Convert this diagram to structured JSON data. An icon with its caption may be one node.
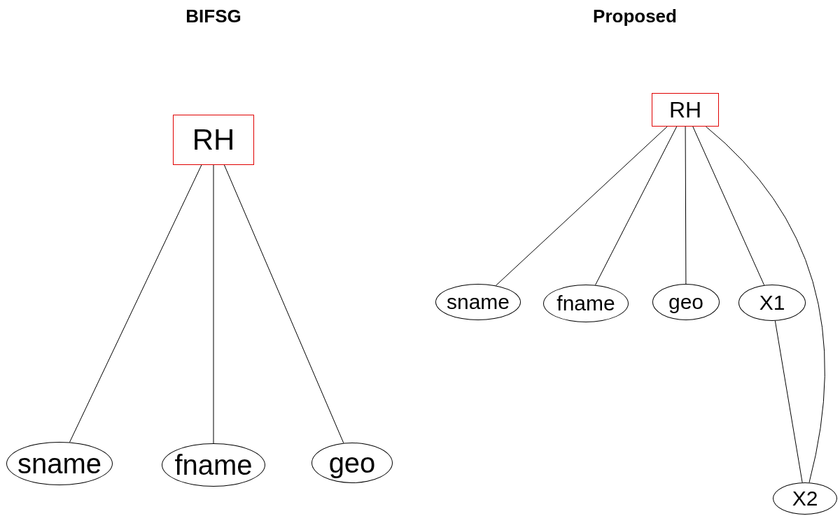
{
  "diagram": {
    "nodes": [
      {
        "text": [
          "RH"
        ]
      },
      {
        "text": [
          "sname"
        ]
      },
      {
        "text": [
          "fname"
        ]
      },
      {
        "text": [
          "geo"
        ]
      },
      {
        "text": [
          "RH"
        ]
      },
      {
        "text": [
          "sname"
        ]
      },
      {
        "text": [
          "fname"
        ]
      },
      {
        "text": [
          "geo"
        ]
      },
      {
        "text": [
          "X1"
        ]
      },
      {
        "text": [
          "X2"
        ]
      }
    ],
    "edges": [
      {
        "from": 0,
        "to": 1,
        "arrow": "none"
      },
      {
        "from": 0,
        "to": 2,
        "arrow": "none"
      },
      {
        "from": 0,
        "to": 3,
        "arrow": "none"
      },
      {
        "from": 4,
        "to": 5,
        "arrow": "none"
      },
      {
        "from": 4,
        "to": 6,
        "arrow": "none"
      },
      {
        "from": 4,
        "to": 7,
        "arrow": "none"
      },
      {
        "from": 4,
        "to": 8,
        "arrow": "none"
      },
      {
        "from": 4,
        "to": 9,
        "arrow": "none"
      },
      {
        "from": 8,
        "to": 9,
        "arrow": "none"
      }
    ],
    "labels": [
      "BIFSG",
      "Proposed"
    ]
  }
}
